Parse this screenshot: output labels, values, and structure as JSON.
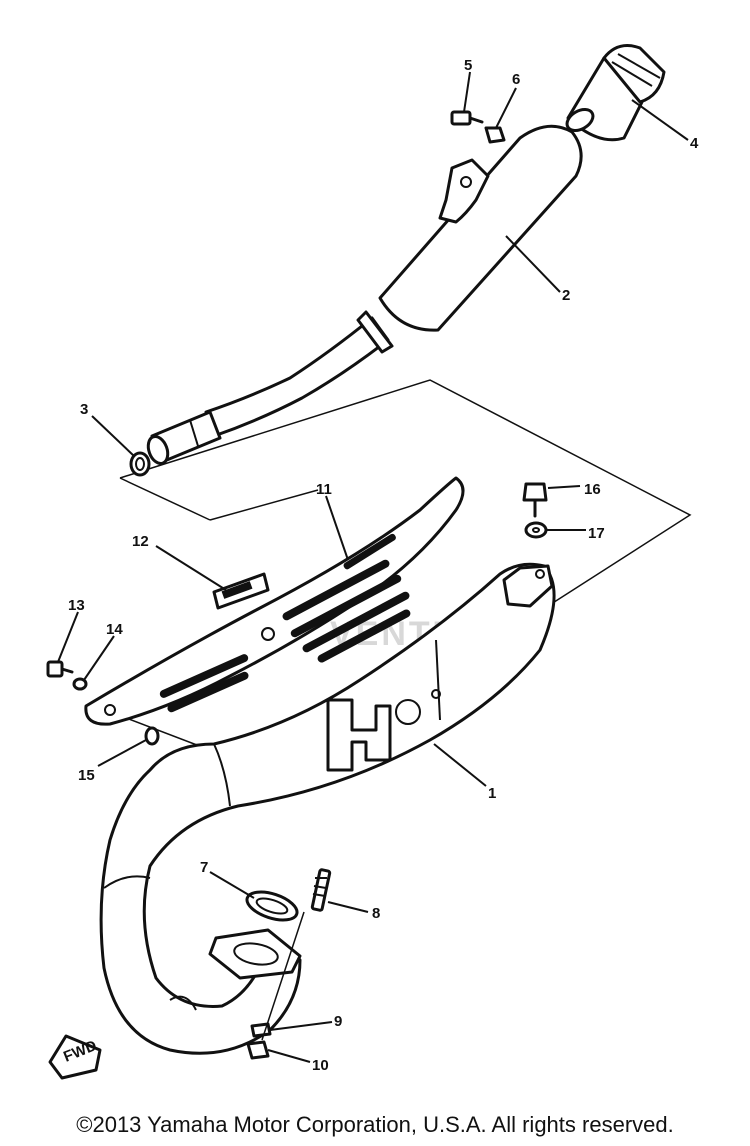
{
  "diagram": {
    "watermark": "VENTURE",
    "direction_tag": "FWD",
    "callouts": {
      "c1": "1",
      "c2": "2",
      "c3": "3",
      "c4": "4",
      "c5": "5",
      "c6": "6",
      "c7": "7",
      "c8": "8",
      "c9": "9",
      "c10": "10",
      "c11": "11",
      "c12": "12",
      "c13": "13",
      "c14": "14",
      "c15": "15",
      "c16": "16",
      "c17": "17"
    }
  },
  "footer": {
    "copyright": "©2013 Yamaha Motor Corporation, U.S.A. All rights reserved."
  }
}
